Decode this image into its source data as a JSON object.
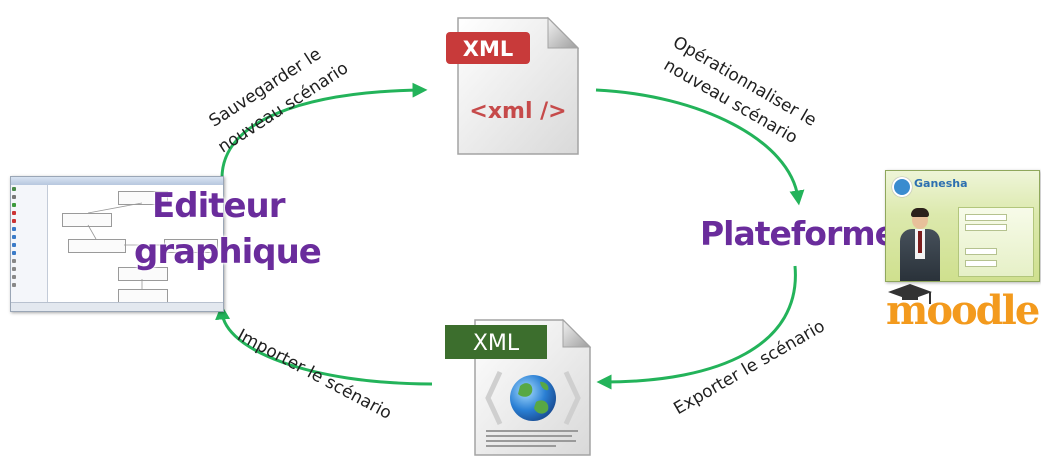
{
  "diagram": {
    "nodes": {
      "editor": {
        "title_line1": "Editeur",
        "title_line2": "graphique"
      },
      "platform": {
        "title": "Plateforme"
      },
      "xml_top": {
        "badge": "XML",
        "code": "<xml />"
      },
      "xml_bottom": {
        "badge": "XML"
      }
    },
    "edges": {
      "top_left": {
        "line1": "Sauvegarder le",
        "line2": "nouveau scénario"
      },
      "top_right": {
        "line1": "Opérationnaliser le",
        "line2": "nouveau scénario"
      },
      "bottom_right": {
        "text": "Exporter le scénario"
      },
      "bottom_left": {
        "text": "Importer le scénario"
      }
    },
    "platform_logos": {
      "ganesha": "Ganesha",
      "moodle": "moodle"
    }
  },
  "colors": {
    "arrow": "#23b35a",
    "title": "#6a2c9c",
    "xml_top_badge": "#c83a3a",
    "xml_bottom_badge": "#3c6e2d",
    "moodle_orange": "#f39a1d",
    "moodle_hat": "#333333"
  }
}
